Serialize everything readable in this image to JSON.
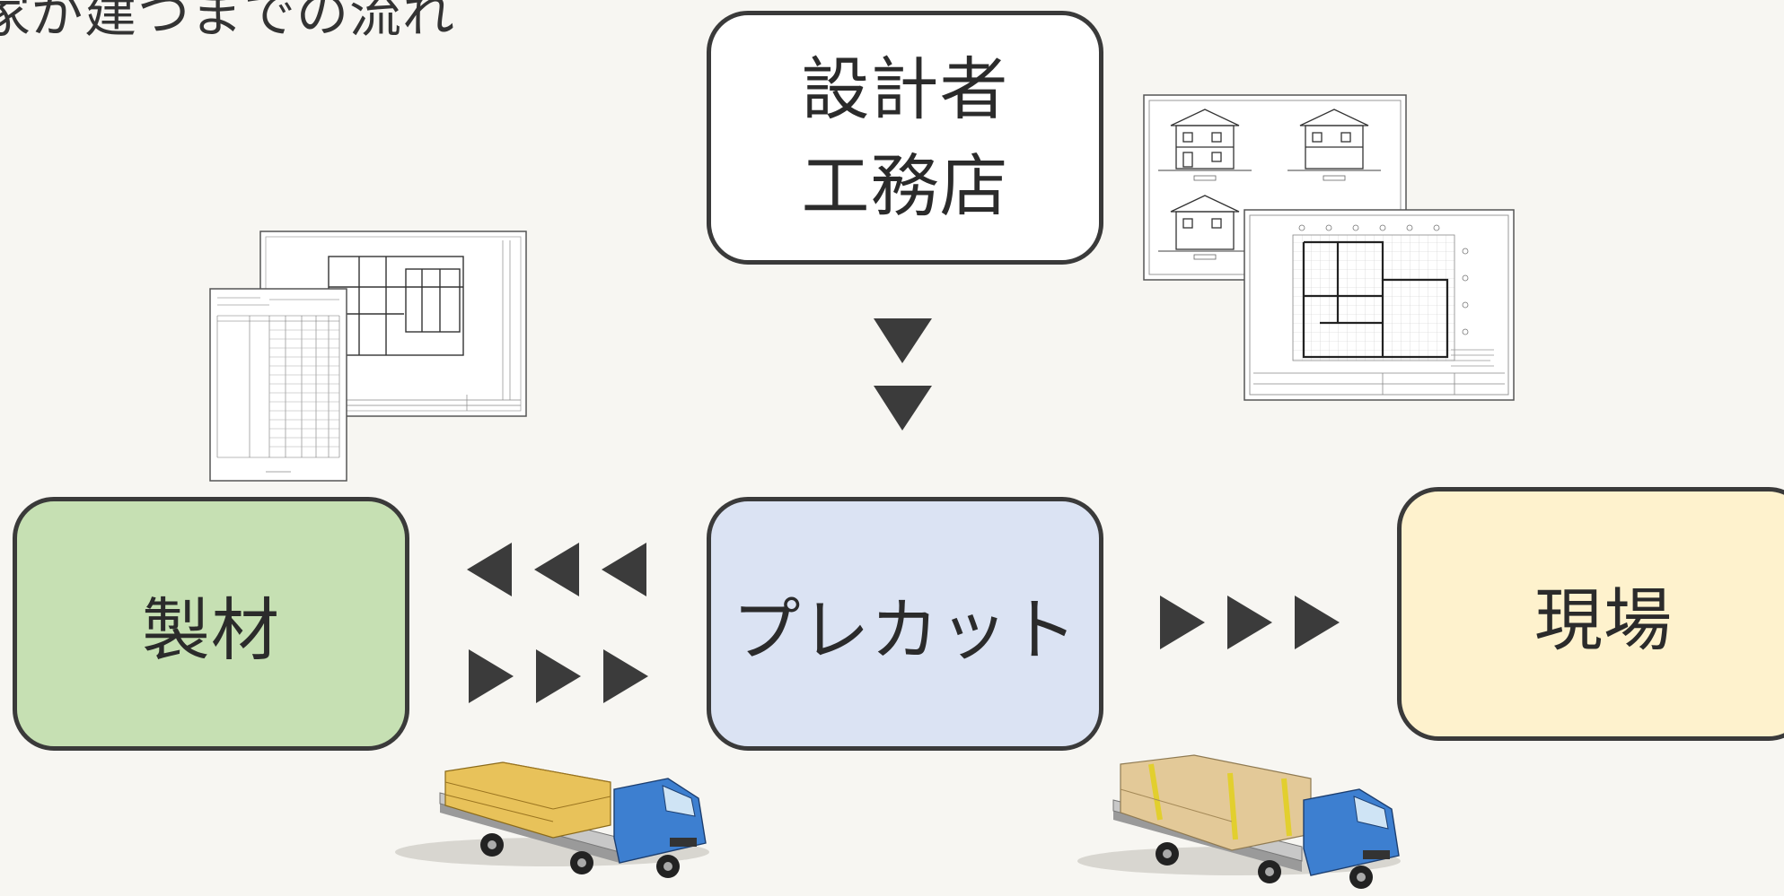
{
  "title": "家が建つまでの流れ",
  "boxes": {
    "designer": {
      "lines": [
        "設計者",
        "工務店"
      ],
      "fill": "#ffffff"
    },
    "precut": {
      "label": "プレカット",
      "fill": "#dbe3f3"
    },
    "mill": {
      "label": "製材",
      "fill": "#c6e0b3"
    },
    "site": {
      "label": "現場",
      "fill": "#fef2cd"
    }
  },
  "colors": {
    "border": "#3a3a3a",
    "arrow": "#3b3b3b",
    "background": "#f7f6f2"
  },
  "icons": [
    "elevation-drawing-icon",
    "floor-plan-drawing-icon",
    "lumber-list-document-icon",
    "framing-plan-drawing-icon",
    "lumber-truck-icon",
    "wrapped-lumber-truck-icon"
  ]
}
